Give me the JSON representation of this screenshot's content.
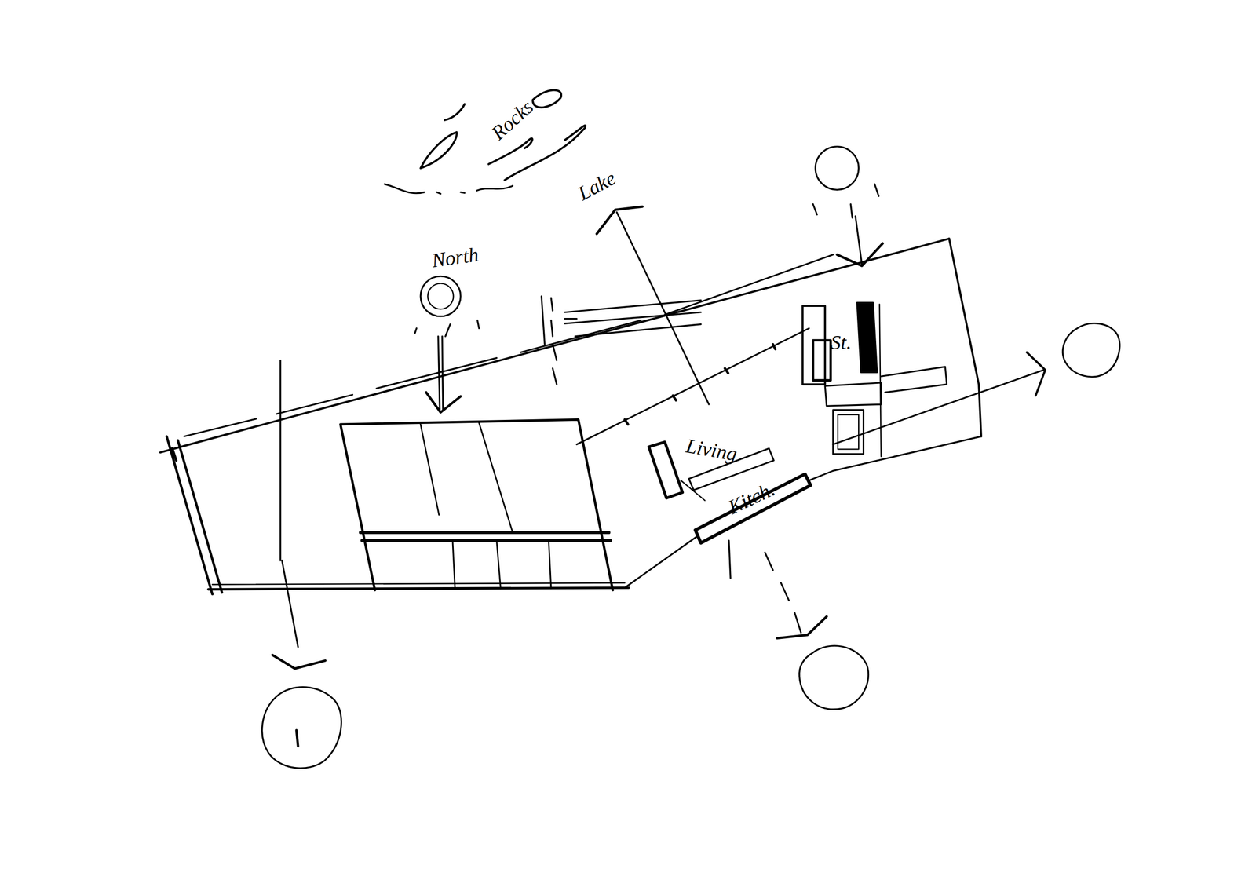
{
  "diagram": {
    "labels": [
      "Rocks",
      "Lake",
      "North",
      "Living",
      "Kitch.",
      "St."
    ]
  }
}
